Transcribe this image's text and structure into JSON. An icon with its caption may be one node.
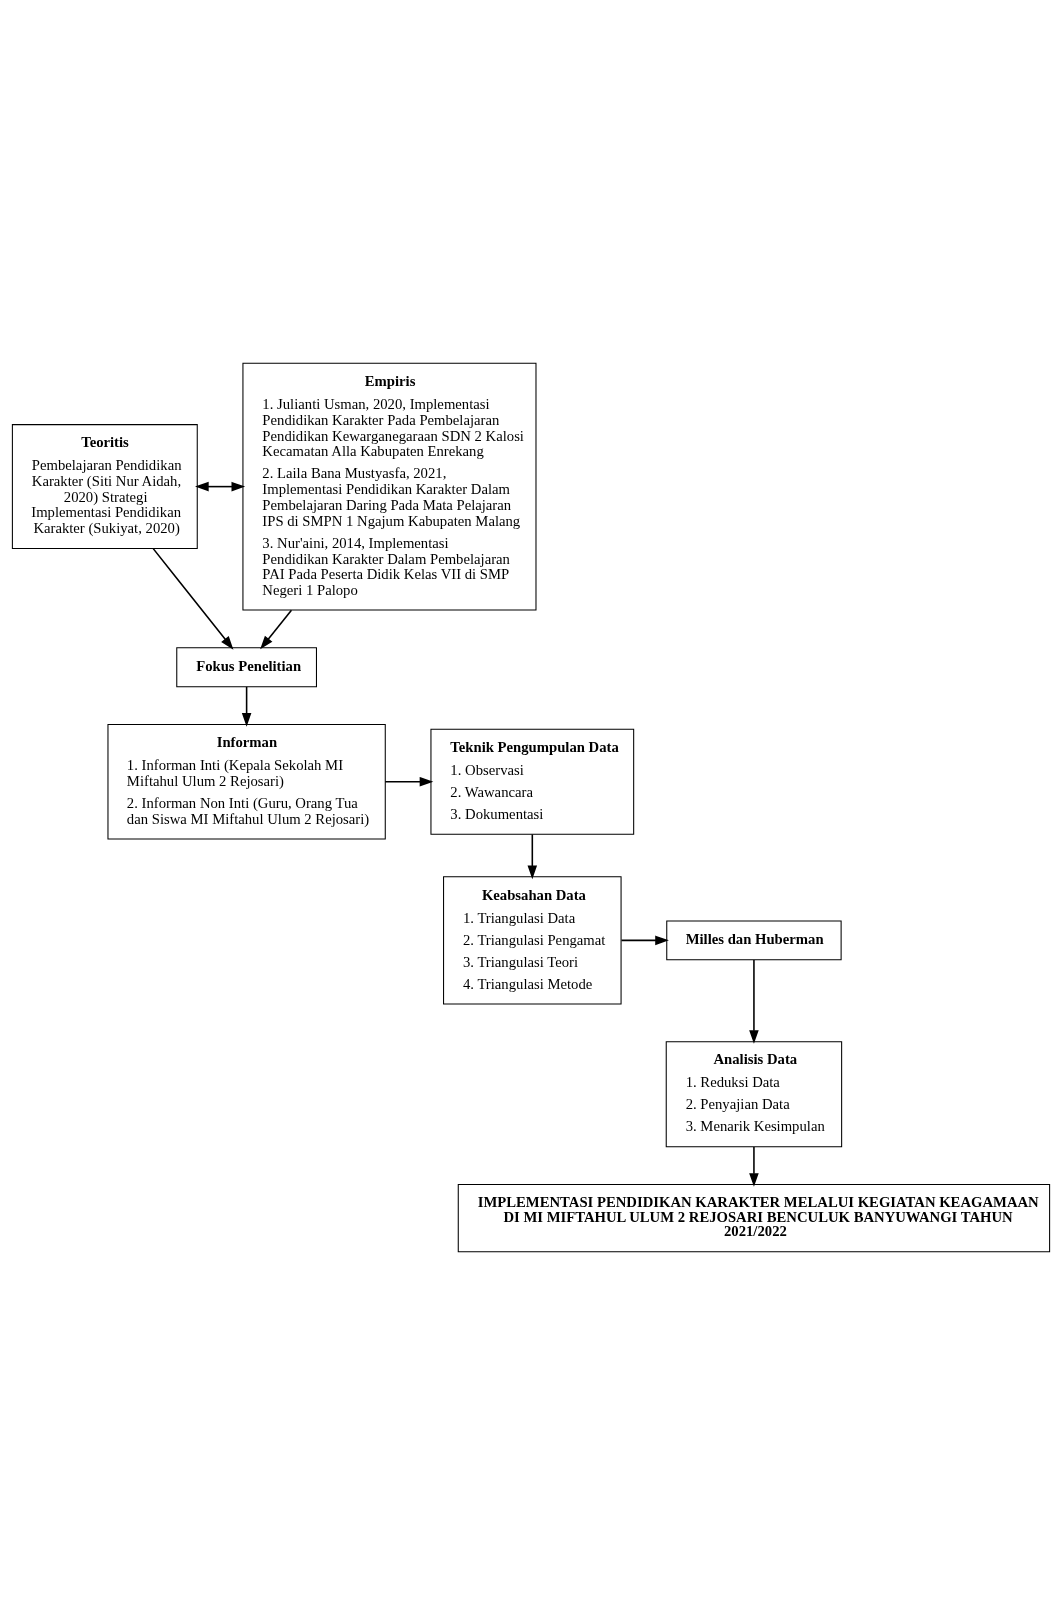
{
  "diagram": {
    "nodes": [
      {
        "text": [
          "Teoritis",
          "Pembelajaran Pendidikan Karakter (Siti Nur Aidah, 2020) Strategi Implementasi Pendidikan Karakter (Sukiyat, 2020)"
        ]
      },
      {
        "text": [
          "Empiris",
          "1. Julianti Usman, 2020, Implementasi Pendidikan Karakter Pada Pembelajaran Pendidikan Kewarganegaraan SDN 2 Kalosi Kecamatan Alla Kabupaten Enrekang",
          "2. Laila Bana Mustyasfa, 2021, Implementasi Pendidikan Karakter Dalam Pembelajaran Daring Pada Mata Pelajaran IPS di SMPN 1 Ngajum Kabupaten Malang",
          "3. Nur'aini, 2014, Implementasi Pendidikan Karakter Dalam Pembelajaran PAI Pada Peserta Didik Kelas VII di SMP Negeri 1 Palopo"
        ]
      },
      {
        "text": [
          "Fokus Penelitian"
        ]
      },
      {
        "text": [
          "Informan",
          "1. Informan Inti (Kepala Sekolah MI Miftahul Ulum 2 Rejosari)",
          "2. Informan Non Inti (Guru, Orang Tua dan Siswa MI Miftahul Ulum 2 Rejosari)"
        ]
      },
      {
        "text": [
          "Teknik Pengumpulan Data",
          "1. Observasi",
          "2. Wawancara",
          "3. Dokumentasi"
        ]
      },
      {
        "text": [
          "Keabsahan Data",
          "1. Triangulasi Data",
          "2. Triangulasi Pengamat",
          "3. Triangulasi Teori",
          "4. Triangulasi Metode"
        ]
      },
      {
        "text": [
          "Milles dan Huberman"
        ]
      },
      {
        "text": [
          "Analisis Data",
          "1. Reduksi Data",
          "2. Penyajian Data",
          "3. Menarik Kesimpulan"
        ]
      },
      {
        "text": [
          "IMPLEMENTASI PENDIDIKAN KARAKTER MELALUI KEGIATAN KEAGAMAAN DI MI MIFTAHUL ULUM 2 REJOSARI BENCULUK BANYUWANGI TAHUN 2021/2022"
        ]
      }
    ],
    "edges": [
      {
        "from": 0,
        "to": 1,
        "arrow": "both"
      },
      {
        "from": 0,
        "to": 2,
        "arrow": "to"
      },
      {
        "from": 1,
        "to": 2,
        "arrow": "to"
      },
      {
        "from": 2,
        "to": 3,
        "arrow": "to"
      },
      {
        "from": 3,
        "to": 4,
        "arrow": "to"
      },
      {
        "from": 4,
        "to": 5,
        "arrow": "to"
      },
      {
        "from": 5,
        "to": 6,
        "arrow": "to"
      },
      {
        "from": 6,
        "to": 7,
        "arrow": "to"
      },
      {
        "from": 7,
        "to": 8,
        "arrow": "to"
      }
    ]
  }
}
